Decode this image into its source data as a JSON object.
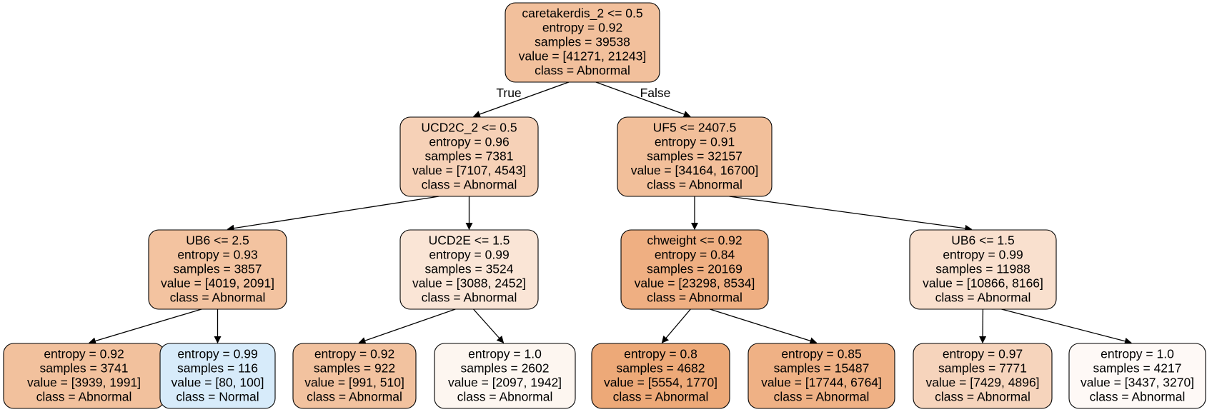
{
  "nodes": [
    {
      "id": "n0",
      "lines": [
        "caretakerdis_2 <= 0.5",
        "entropy = 0.92",
        "samples = 39538",
        "value = [41271, 21243]",
        "class = Abnormal"
      ],
      "fill": "#f2c09c"
    },
    {
      "id": "n1",
      "lines": [
        "UCD2C_2 <= 0.5",
        "entropy = 0.96",
        "samples = 7381",
        "value = [7107, 4543]",
        "class = Abnormal"
      ],
      "fill": "#f6d1b7"
    },
    {
      "id": "n2",
      "lines": [
        "UF5 <= 2407.5",
        "entropy = 0.91",
        "samples = 32157",
        "value = [34164, 16700]",
        "class = Abnormal"
      ],
      "fill": "#f2bf9a"
    },
    {
      "id": "n3",
      "lines": [
        "UB6 <= 2.5",
        "entropy = 0.93",
        "samples = 3857",
        "value = [4019, 2091]",
        "class = Abnormal"
      ],
      "fill": "#f3c3a0"
    },
    {
      "id": "n4",
      "lines": [
        "UCD2E <= 1.5",
        "entropy = 0.99",
        "samples = 3524",
        "value = [3088, 2452]",
        "class = Abnormal"
      ],
      "fill": "#fae5d6"
    },
    {
      "id": "n5",
      "lines": [
        "chweight <= 0.92",
        "entropy = 0.84",
        "samples = 20169",
        "value = [23298, 8534]",
        "class = Abnormal"
      ],
      "fill": "#efaf82"
    },
    {
      "id": "n6",
      "lines": [
        "UB6 <= 1.5",
        "entropy = 0.99",
        "samples = 11988",
        "value = [10866, 8166]",
        "class = Abnormal"
      ],
      "fill": "#f9e0ce"
    },
    {
      "id": "n7",
      "lines": [
        "entropy = 0.92",
        "samples = 3741",
        "value = [3939, 1991]",
        "class = Abnormal"
      ],
      "fill": "#f2c19d"
    },
    {
      "id": "n8",
      "lines": [
        "entropy = 0.99",
        "samples = 116",
        "value = [80, 100]",
        "class = Normal"
      ],
      "fill": "#d7ebfa"
    },
    {
      "id": "n9",
      "lines": [
        "entropy = 0.92",
        "samples = 922",
        "value = [991, 510]",
        "class = Abnormal"
      ],
      "fill": "#f2c29f"
    },
    {
      "id": "n10",
      "lines": [
        "entropy = 1.0",
        "samples = 2602",
        "value = [2097, 1942]",
        "class = Abnormal"
      ],
      "fill": "#fdf6f0"
    },
    {
      "id": "n11",
      "lines": [
        "entropy = 0.8",
        "samples = 4682",
        "value = [5554, 1770]",
        "class = Abnormal"
      ],
      "fill": "#eda978"
    },
    {
      "id": "n12",
      "lines": [
        "entropy = 0.85",
        "samples = 15487",
        "value = [17744, 6764]",
        "class = Abnormal"
      ],
      "fill": "#efb185"
    },
    {
      "id": "n13",
      "lines": [
        "entropy = 0.97",
        "samples = 7771",
        "value = [7429, 4896]",
        "class = Abnormal"
      ],
      "fill": "#f6d4bc"
    },
    {
      "id": "n14",
      "lines": [
        "entropy = 1.0",
        "samples = 4217",
        "value = [3437, 3270]",
        "class = Abnormal"
      ],
      "fill": "#fef9f6"
    }
  ],
  "edges": [
    {
      "from": "n0",
      "to": "n1",
      "label": "True"
    },
    {
      "from": "n0",
      "to": "n2",
      "label": "False"
    },
    {
      "from": "n1",
      "to": "n3",
      "label": ""
    },
    {
      "from": "n1",
      "to": "n4",
      "label": ""
    },
    {
      "from": "n2",
      "to": "n5",
      "label": ""
    },
    {
      "from": "n2",
      "to": "n6",
      "label": ""
    },
    {
      "from": "n3",
      "to": "n7",
      "label": ""
    },
    {
      "from": "n3",
      "to": "n8",
      "label": ""
    },
    {
      "from": "n4",
      "to": "n9",
      "label": ""
    },
    {
      "from": "n4",
      "to": "n10",
      "label": ""
    },
    {
      "from": "n5",
      "to": "n11",
      "label": ""
    },
    {
      "from": "n5",
      "to": "n12",
      "label": ""
    },
    {
      "from": "n6",
      "to": "n13",
      "label": ""
    },
    {
      "from": "n6",
      "to": "n14",
      "label": ""
    }
  ]
}
